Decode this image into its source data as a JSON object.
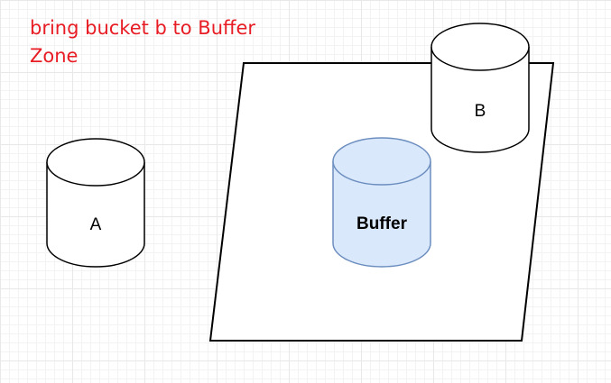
{
  "annotation": {
    "text": "bring bucket b to Buffer Zone",
    "color": "#e81c24"
  },
  "zone": {
    "label": ""
  },
  "buckets": {
    "a": {
      "label": "A",
      "fill": "#ffffff",
      "stroke": "#000000"
    },
    "b": {
      "label": "B",
      "fill": "#ffffff",
      "stroke": "#000000"
    },
    "buffer": {
      "label": "Buffer",
      "fill": "#dae8fc",
      "stroke": "#6c8ebf"
    }
  }
}
